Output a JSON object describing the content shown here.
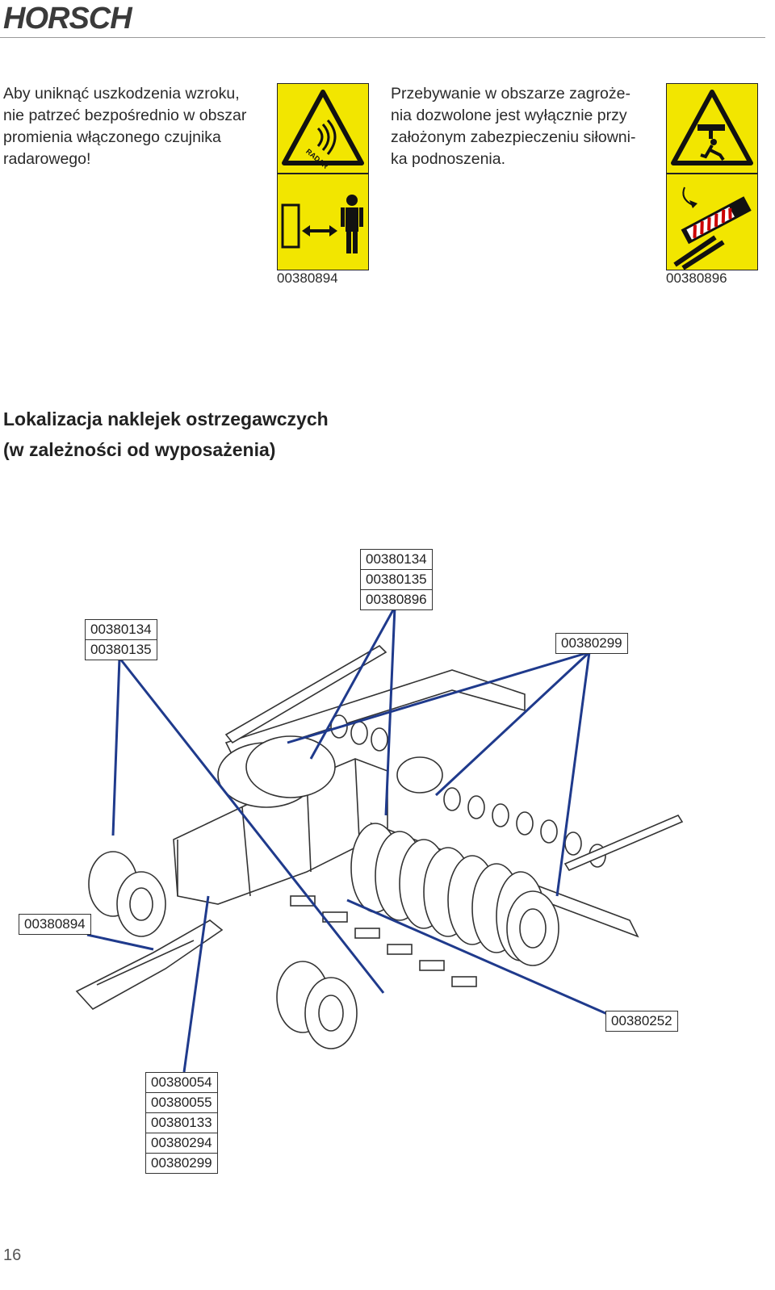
{
  "header": {
    "brand": "HORSCH"
  },
  "warnings": [
    {
      "lines": [
        "Aby uniknąć uszkodzenia wzroku,",
        "nie patrzeć bezpośrednio w obszar",
        "promienia włączonego czujnika",
        "radarowego!"
      ],
      "code": "00380894",
      "pictogram_text": "RADAR"
    },
    {
      "lines": [
        "Przebywanie w obszarze zagroże-",
        "nia dozwolone jest wyłącznie przy",
        "założonym zabezpieczeniu siłowni-",
        "ka podnoszenia."
      ],
      "code": "00380896"
    }
  ],
  "section": {
    "heading_line1": "Lokalizacja naklejek ostrzegawczych",
    "heading_line2": "(w zależności od wyposażenia)"
  },
  "labels": {
    "top_center": [
      "00380134",
      "00380135",
      "00380896"
    ],
    "top_left": [
      "00380134",
      "00380135"
    ],
    "top_right": [
      "00380299"
    ],
    "mid_left": [
      "00380894"
    ],
    "bottom_right": [
      "00380252"
    ],
    "bottom_center": [
      "00380054",
      "00380055",
      "00380133",
      "00380294",
      "00380299"
    ]
  },
  "colors": {
    "sticker_yellow": "#f2e600",
    "leader_blue": "#1f3a8c"
  },
  "page_number": "16"
}
